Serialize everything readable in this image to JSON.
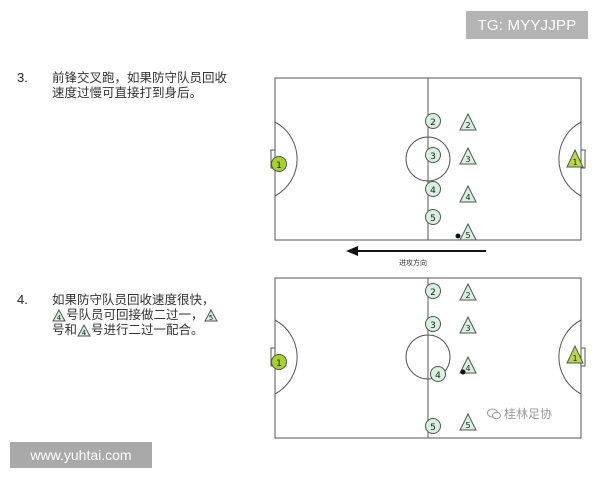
{
  "header": {
    "tg_badge": "TG: MYYJJPP"
  },
  "items": [
    {
      "number": "3.",
      "text": "前锋交叉跑，如果防守队员回收速度过慢可直接打到身后。"
    },
    {
      "number": "4.",
      "text_parts": [
        "如果防守队员回收速度很快，",
        "号队员可回接做二过一，",
        "号和",
        "号进行二过一配合。"
      ],
      "inline_markers": [
        "4",
        "5",
        "4"
      ]
    }
  ],
  "diagrams": [
    {
      "caption": "进攻方向",
      "circles": [
        {
          "label": "1",
          "role": "goalkeeper"
        },
        {
          "label": "2"
        },
        {
          "label": "3"
        },
        {
          "label": "4"
        },
        {
          "label": "5"
        }
      ],
      "triangles": [
        {
          "label": "1",
          "role": "goalkeeper"
        },
        {
          "label": "2"
        },
        {
          "label": "3"
        },
        {
          "label": "4"
        },
        {
          "label": "5"
        }
      ]
    },
    {
      "circles": [
        {
          "label": "1",
          "role": "goalkeeper"
        },
        {
          "label": "2"
        },
        {
          "label": "3"
        },
        {
          "label": "4"
        },
        {
          "label": "5"
        }
      ],
      "triangles": [
        {
          "label": "1",
          "role": "goalkeeper"
        },
        {
          "label": "2"
        },
        {
          "label": "3"
        },
        {
          "label": "4"
        },
        {
          "label": "5"
        }
      ]
    }
  ],
  "watermarks": {
    "site": "www.yuhtai.com",
    "club": "桂林足协"
  },
  "colors": {
    "line": "#555555",
    "player_fill": "#d9efe0",
    "player_stroke": "#4a5a52",
    "keeper_fill": "#a8d12e",
    "keeper_tri_fill": "#b8d84a"
  }
}
